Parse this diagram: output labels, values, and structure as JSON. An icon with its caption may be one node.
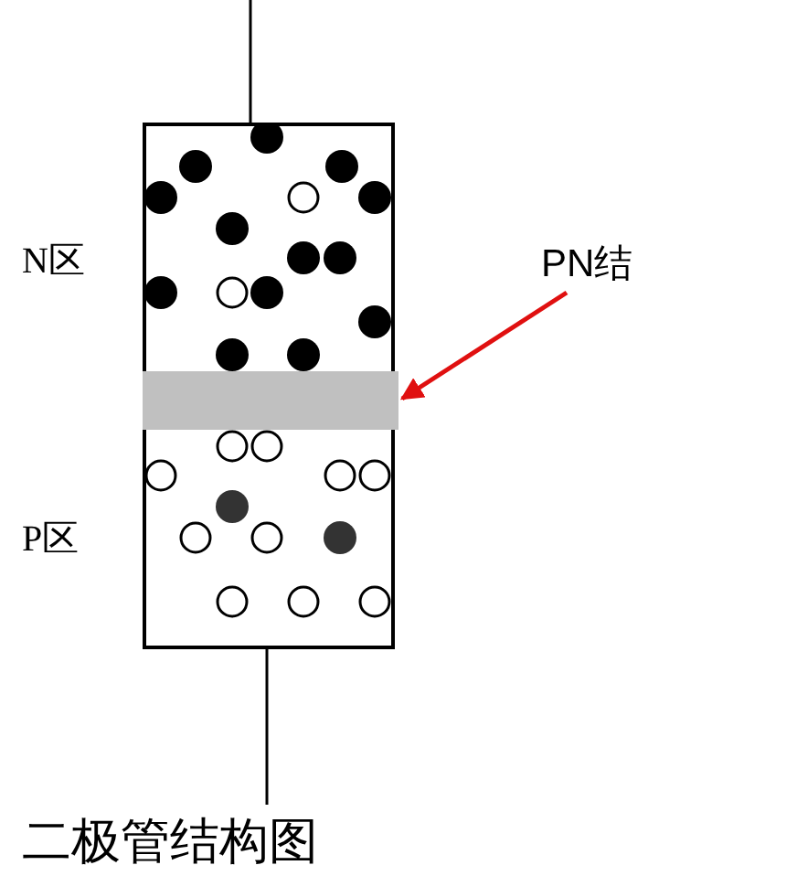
{
  "diagram": {
    "caption": "二极管结构图",
    "nodes": [
      {
        "text": [],
        "shape": "box",
        "beside": [
          "N区"
        ]
      },
      {
        "text": [],
        "shape": "bar"
      },
      {
        "text": [],
        "shape": "box",
        "beside": [
          "P区"
        ]
      },
      {
        "text": [
          "PN结"
        ]
      }
    ],
    "edges": [
      {
        "from": null,
        "to": 0,
        "arrow": "none"
      },
      {
        "from": 3,
        "to": 1,
        "arrow": "to",
        "color": "#e01010"
      },
      {
        "from": 2,
        "to": null,
        "arrow": "none"
      }
    ]
  }
}
